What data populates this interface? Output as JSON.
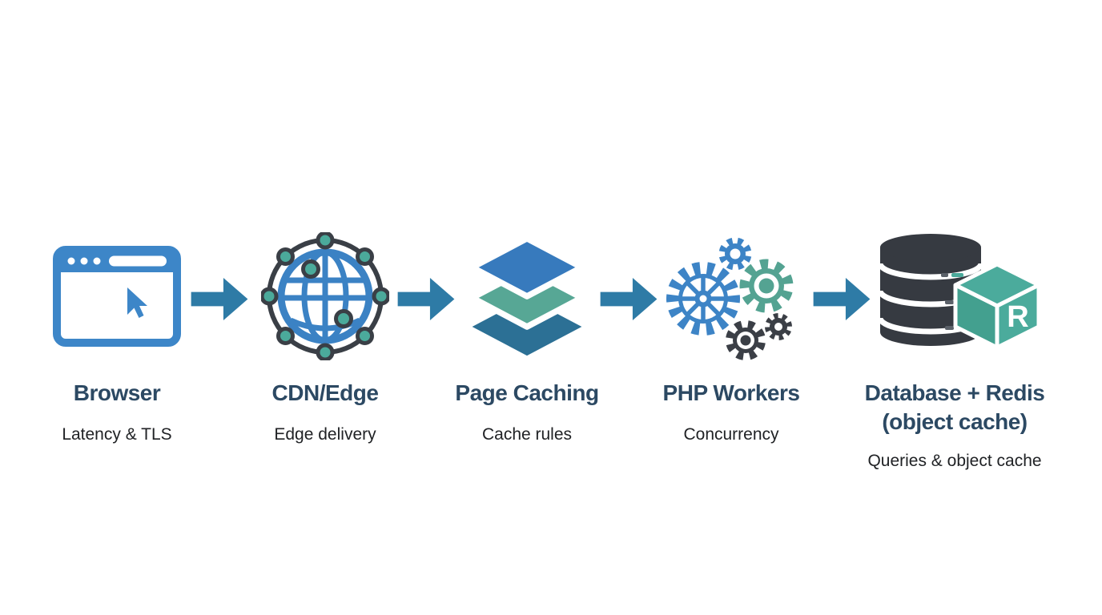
{
  "diagram": {
    "stages": [
      {
        "title": "Browser",
        "subtitle": "Latency & TLS",
        "icon": "browser-window-icon"
      },
      {
        "title": "CDN/Edge",
        "subtitle": "Edge delivery",
        "icon": "cdn-globe-network-icon"
      },
      {
        "title": "Page Caching",
        "subtitle": "Cache rules",
        "icon": "stacked-layers-icon"
      },
      {
        "title": "PHP Workers",
        "subtitle": "Concurrency",
        "icon": "gears-icon"
      },
      {
        "title": "Database + Redis",
        "title_line2": "(object cache)",
        "subtitle": "Queries & object cache",
        "icon": "database-redis-icon",
        "redis_letter": "R"
      }
    ],
    "arrow_count": 4,
    "colors": {
      "background": "#ffffff",
      "arrow": "#2e7ba6",
      "title_text": "#2c4963",
      "subtitle_text": "#202225",
      "primary_blue": "#3d86c8",
      "teal": "#4baa9b",
      "dark_charcoal": "#363a41",
      "layer_top_blue": "#377abd",
      "layer_mid_teal": "#57a795",
      "layer_bottom_blue": "#2c7095"
    }
  }
}
